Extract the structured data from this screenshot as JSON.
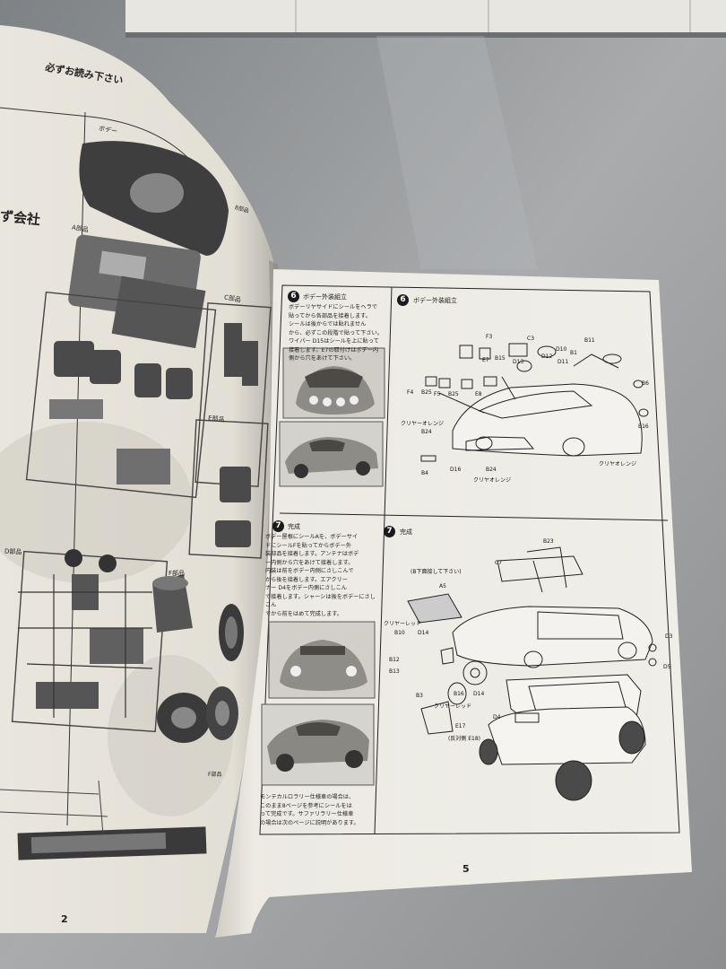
{
  "left_page": {
    "header": "必ずお読み下さい",
    "section_body": "ボデー",
    "part_a": "A部品",
    "part_b": "B部品",
    "part_c": "C部品",
    "part_d": "D部品",
    "part_e": "E部品",
    "part_f": "F部品",
    "part_f2": "F部品",
    "company": "ず会社",
    "page_number": "2"
  },
  "right_page": {
    "step6_number": "6",
    "step6_title": "ボデー外装組立",
    "step6_text": "ボデーリヤサイドにシールをヘラで\n貼ってから各部品を接着します。\nシールは後からでは貼れません\nから、必ずこの段階で貼って下さい。\nワイパー D15はシールを上に貼って\n接着します。E7の取付けはボデー内\n側から穴をあけて下さい。",
    "step6_diag_number": "6",
    "step6_diag_title": "ボデー外装組立",
    "step7_number": "7",
    "step7_title": "完成",
    "step7_text": "ボデー屋根にシールAを、ボデーサイ\nドにシールFを貼ってからボデー外\n装部品を接着します。アンテナはボデ\nー内側から穴をあけて接着します。\n内装は前をボデー内側にさしこんで\nから後を接着します。エアクリー\nナー D4をボデー内側にさしこん\nで接着します。シャーシは後をボデーにさしこん\nでから前をはめて完成します。",
    "step7_diag_number": "7",
    "step7_diag_title": "完成",
    "note_text": "モンテカルロラリー仕様車の場合は、\nこのまま8ページを参考にシールをは\nって完成です。サファリラリー仕様車\nの場合は次のページに説明があります。",
    "diag6_labels": [
      "F3",
      "C3",
      "B11",
      "E7",
      "B15",
      "D13",
      "D10",
      "D12",
      "B1",
      "D11",
      "B6",
      "F4",
      "B25",
      "F5",
      "B25",
      "E8",
      "B24",
      "クリヤーオレンジ",
      "B16",
      "クリヤオレンジ",
      "B4",
      "D16",
      "B24",
      "クリヤオレンジ"
    ],
    "diag7_labels": [
      "B23",
      "C7",
      "(B下面接して下さい)",
      "A5",
      "クリヤーレッド",
      "B10",
      "D14",
      "B12",
      "B13",
      "D3",
      "D5",
      "B3",
      "B16",
      "D14",
      "クリヤーレッド",
      "D4",
      "E17",
      "(反対側 E18)"
    ],
    "page_number": "5"
  }
}
